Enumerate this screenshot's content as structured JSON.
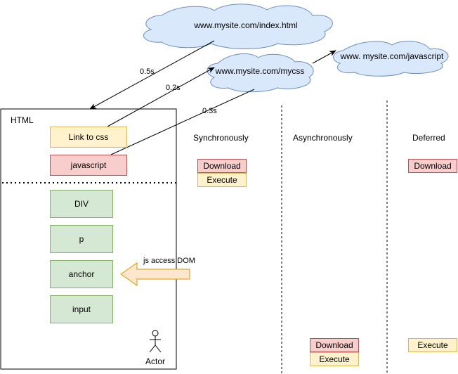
{
  "clouds": {
    "index": "www.mysite.com/index.html",
    "css": "www.mysite.com/mycss",
    "javascript": "www. mysite.com/javascript"
  },
  "timings": {
    "index": "0.5s",
    "css": "0.2s",
    "js": "0.3s"
  },
  "html_box": {
    "title": "HTML",
    "link_css": "Link to css",
    "javascript": "javascript",
    "div": "DIV",
    "p": "p",
    "anchor": "anchor",
    "input": "input"
  },
  "columns": {
    "sync": "Synchronously",
    "async": "Asynchronously",
    "deferred": "Deferred"
  },
  "steps": {
    "download": "Download",
    "execute": "Execute"
  },
  "annotation": "js access DOM",
  "actor": "Actor"
}
